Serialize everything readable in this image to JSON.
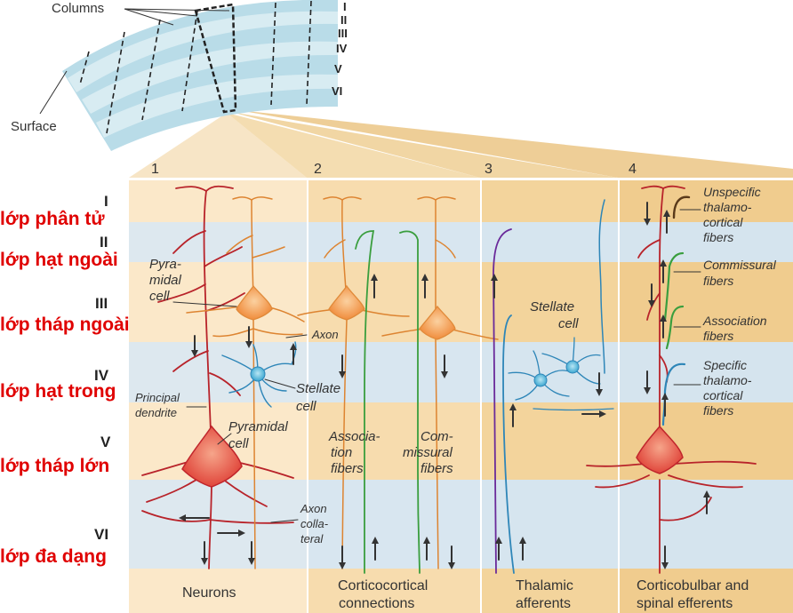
{
  "top": {
    "columns_label": "Columns",
    "surface_label": "Surface",
    "layers": [
      "I",
      "II",
      "III",
      "IV",
      "V",
      "VI"
    ]
  },
  "panel_numbers": [
    "1",
    "2",
    "3",
    "4"
  ],
  "left_roman": [
    "I",
    "II",
    "III",
    "IV",
    "V",
    "VI"
  ],
  "vietnamese_layers": [
    "lớp phân tử",
    "lớp hạt ngoài",
    "lớp tháp ngoài",
    "lớp hạt trong",
    "lớp tháp lớn",
    "lớp đa dạng"
  ],
  "panel1": {
    "pyramidal_cell_small": [
      "Pyra-",
      "midal",
      "cell"
    ],
    "axon": "Axon",
    "stellate_cell": [
      "Stellate",
      "cell"
    ],
    "principal_dendrite": [
      "Principal",
      "dendrite"
    ],
    "pyramidal_cell_large": [
      "Pyramidal",
      "cell"
    ],
    "axon_collateral": [
      "Axon",
      "colla-",
      "teral"
    ],
    "footer": "Neurons"
  },
  "panel2": {
    "association_fibers": [
      "Associa-",
      "tion",
      "fibers"
    ],
    "commissural_fibers": [
      "Com-",
      "missural",
      "fibers"
    ],
    "footer": [
      "Corticocortical",
      "connections"
    ]
  },
  "panel3": {
    "stellate_cell": [
      "Stellate",
      "cell"
    ],
    "footer": [
      "Thalamic",
      "afferents"
    ]
  },
  "panel4": {
    "unspecific": [
      "Unspecific",
      "thalamo-",
      "cortical",
      "fibers"
    ],
    "commissural": [
      "Commissural",
      "fibers"
    ],
    "association": [
      "Association",
      "fibers"
    ],
    "specific": [
      "Specific",
      "thalamo-",
      "cortical",
      "fibers"
    ],
    "footer": [
      "Corticobulbar and",
      "spinal efferents"
    ]
  },
  "colors": {
    "band_light": "#f8e3bf",
    "band_blue": "#d8e6f0",
    "band_tan": "#f0d69e",
    "neuron_red": "#c0262c",
    "neuron_orange": "#e08a3a",
    "stellate_blue": "#2e86b8",
    "fiber_green": "#3aa040",
    "fiber_purple": "#6a2a9a",
    "label_red": "#e00000"
  }
}
